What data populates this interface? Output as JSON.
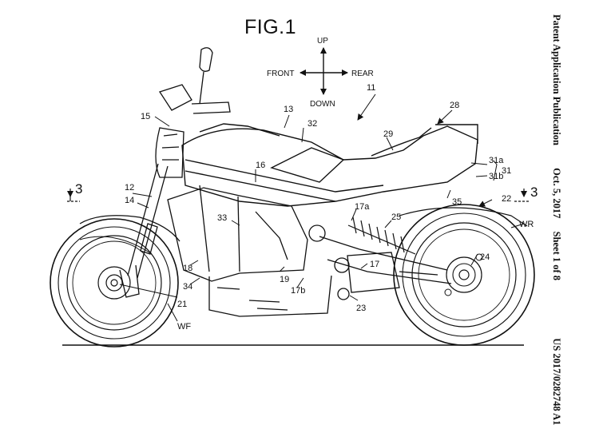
{
  "figure": {
    "title": "FIG.1",
    "header": {
      "publication": "Patent Application Publication",
      "date": "Oct. 5, 2017",
      "sheet": "Sheet 1 of 8",
      "number": "US 2017/0282748 A1"
    },
    "directions": {
      "up": "UP",
      "down": "DOWN",
      "front": "FRONT",
      "rear": "REAR"
    },
    "section_marks": [
      "3",
      "3"
    ],
    "labels": [
      "11",
      "13",
      "15",
      "32",
      "28",
      "29",
      "31a",
      "31b",
      "31",
      "16",
      "12",
      "14",
      "3",
      "35",
      "22",
      "WR",
      "17a",
      "25",
      "33",
      "17",
      "24",
      "18",
      "19",
      "34",
      "17b",
      "23",
      "21",
      "WF"
    ]
  }
}
